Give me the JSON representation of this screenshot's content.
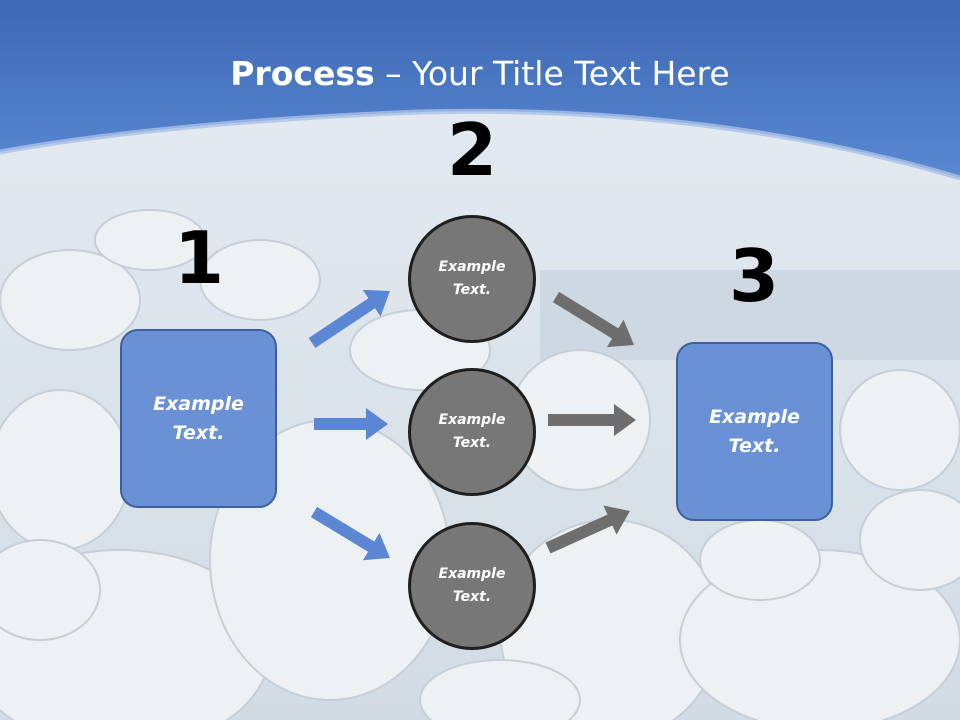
{
  "title": {
    "bold": "Process",
    "rest": " – Your Title Text Here"
  },
  "steps": [
    {
      "number": "1",
      "box_text": "Example\nText."
    },
    {
      "number": "2",
      "circles": [
        "Example\nText.",
        "Example\nText.",
        "Example\nText."
      ]
    },
    {
      "number": "3",
      "box_text": "Example\nText."
    }
  ],
  "colors": {
    "header_blue": "#4a74c2",
    "box_fill": "#6a90d6",
    "circle_fill": "#777777",
    "arrow_blue": "#5b86d4",
    "arrow_gray": "#6e6e6e"
  }
}
